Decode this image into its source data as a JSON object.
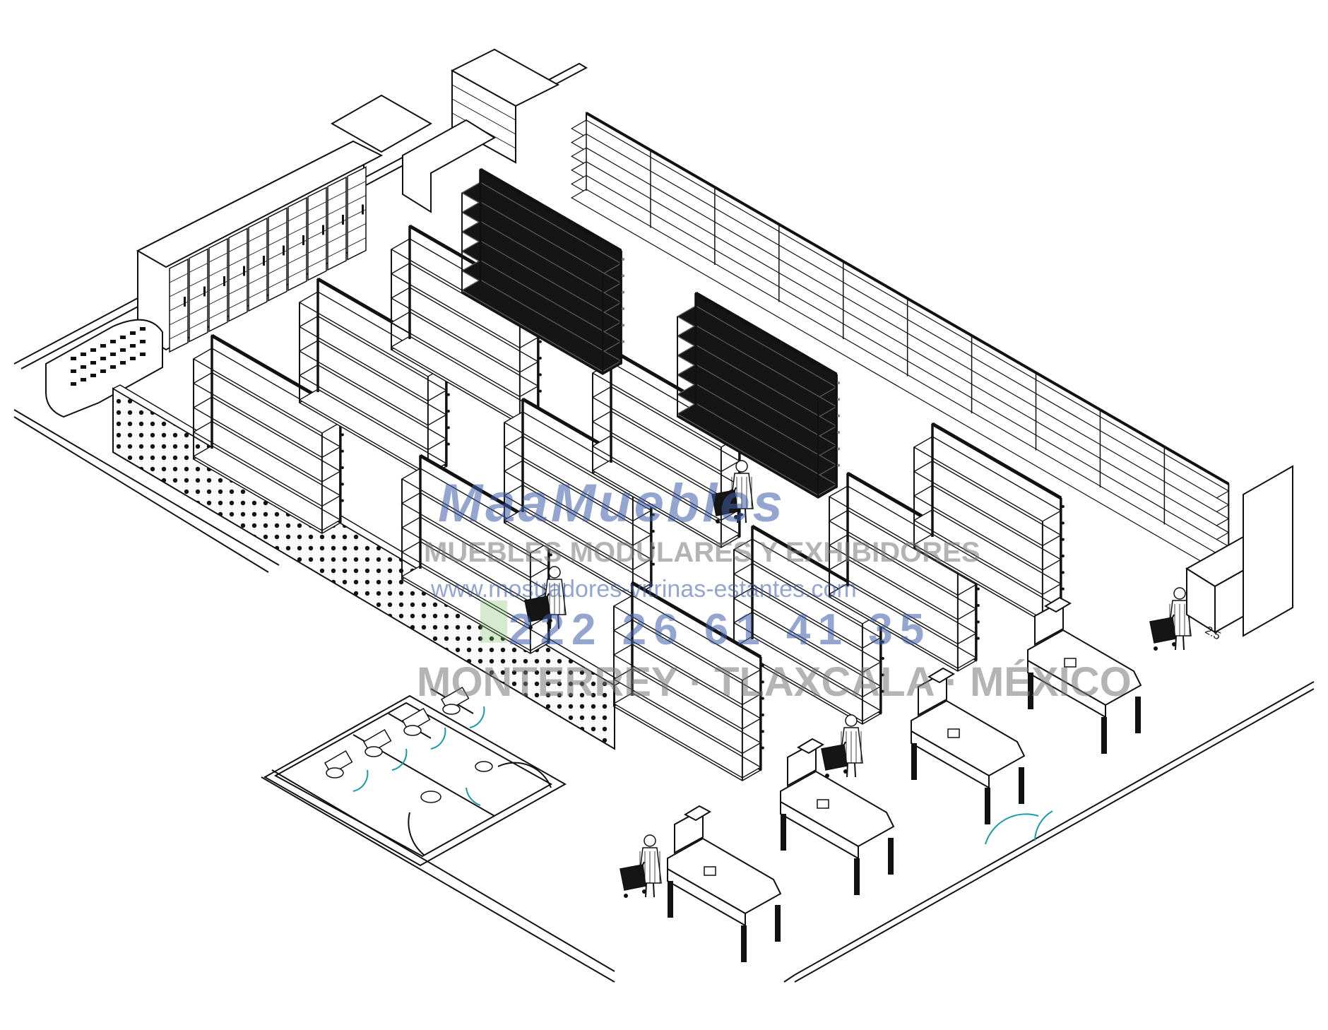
{
  "watermark": {
    "brand": "MaaMuebles",
    "tagline": "MUEBLES MODULARES Y EXHIBIDORES",
    "website": "www.mostradores-vitrinas-estantes.com",
    "phone": "222 26 61 41 35",
    "location": "MONTERREY · TLAXCALA · MÉXICO"
  },
  "colors": {
    "line": "#111111",
    "fill_dark": "#151515",
    "door_arc": "#1a9aa6",
    "watermark": "#3d5fa8",
    "watermark_gray": "#777777",
    "watermark_green": "#7fbf6a"
  },
  "dimension_label": "2.5"
}
